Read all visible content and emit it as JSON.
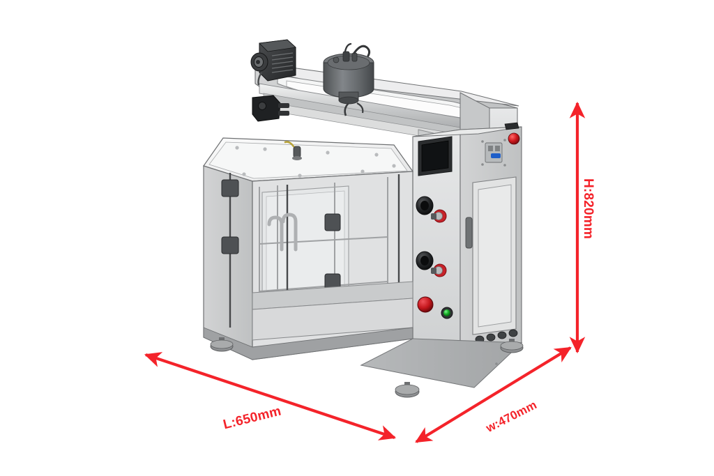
{
  "scene": {
    "title": "Industrial vacuum chamber machine dimension drawing",
    "background_color": "#ffffff",
    "view": "isometric-3d-cad-render"
  },
  "dimensions": {
    "accent_color": "#f4232a",
    "items": [
      {
        "key": "length",
        "label": "L:650mm",
        "axis": "length",
        "value": 650,
        "unit": "mm",
        "arrow": "double-ended-diagonal-left"
      },
      {
        "key": "width",
        "label": "w:470mm",
        "axis": "width",
        "value": 470,
        "unit": "mm",
        "arrow": "double-ended-diagonal-right"
      },
      {
        "key": "height",
        "label": "H:820mm",
        "axis": "height",
        "value": 820,
        "unit": "mm",
        "arrow": "double-ended-vertical"
      }
    ]
  },
  "machine": {
    "body_color": "#d9dada",
    "panel_color": "#e8e9e9",
    "frame_color": "#9a9c9d",
    "components": [
      {
        "name": "drive-motor",
        "color": "#3a3c3e"
      },
      {
        "name": "vacuum-canister",
        "color": "#6e7173"
      },
      {
        "name": "hmi-touchscreen",
        "color": "#1b1d1f"
      },
      {
        "name": "emergency-stop-button",
        "color": "#c4161c"
      },
      {
        "name": "power-indicator-lamp",
        "color": "#17b62a"
      },
      {
        "name": "status-indicator-lamp",
        "color": "#d11a1f"
      },
      {
        "name": "gas-port-valve",
        "color": "#d02a2a"
      },
      {
        "name": "side-access-door",
        "color": "#dddede"
      },
      {
        "name": "leveling-foot",
        "color": "#8c8e90"
      },
      {
        "name": "chamber-window",
        "color": "#eef0f1"
      }
    ]
  }
}
